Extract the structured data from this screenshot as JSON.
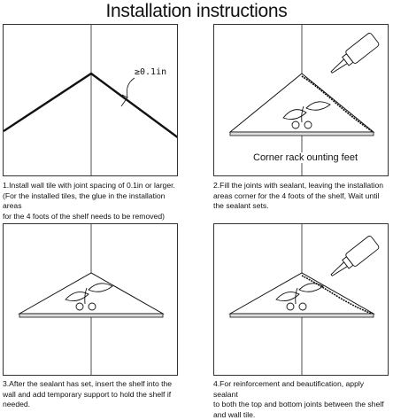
{
  "title": "Installation instructions",
  "panels": [
    {
      "label": "≥0.1in",
      "caption_lines": [
        "1.Install wall tile with joint spacing of 0.1in or larger.",
        "(For the installed tiles, the glue in the installation areas",
        "for the 4 foots of the shelf needs to be removed)"
      ]
    },
    {
      "label": "Corner rack ounting feet",
      "caption_lines": [
        "2.Fill the joints with sealant, leaving the installation",
        "areas corner for the 4 foots of the shelf, Wait until",
        "the sealant sets."
      ]
    },
    {
      "caption_lines": [
        "3.After the sealant has set, insert the shelf into the",
        "wall and add temporary support to hold the shelf if",
        "needed."
      ]
    },
    {
      "caption_lines": [
        "4.For reinforcement and beautification, apply sealant",
        "to both the top and bottom joints between the shelf",
        "and wall tile."
      ]
    }
  ]
}
